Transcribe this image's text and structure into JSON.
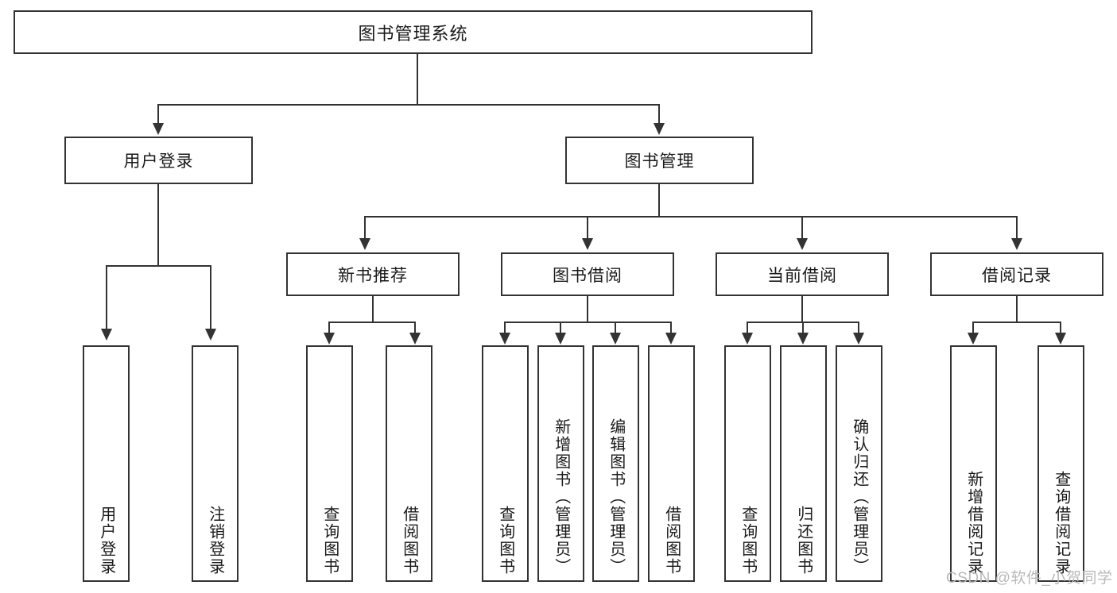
{
  "diagram": {
    "title_node": {
      "label": "图书管理系统"
    },
    "level2": [
      {
        "label": "用户登录"
      },
      {
        "label": "图书管理"
      }
    ],
    "level3": [
      {
        "label": "新书推荐"
      },
      {
        "label": "图书借阅"
      },
      {
        "label": "当前借阅"
      },
      {
        "label": "借阅记录"
      }
    ],
    "leaves": {
      "user_login": [
        {
          "label": "用户登录"
        },
        {
          "label": "注销登录"
        }
      ],
      "new_book_recommend": [
        {
          "label": "查询图书"
        },
        {
          "label": "借阅图书"
        }
      ],
      "book_borrow": [
        {
          "label": "查询图书"
        },
        {
          "label": "新增图书（管理员）"
        },
        {
          "label": "编辑图书（管理员）"
        },
        {
          "label": "借阅图书"
        }
      ],
      "current_borrow": [
        {
          "label": "查询图书"
        },
        {
          "label": "归还图书"
        },
        {
          "label": "确认归还（管理员）"
        }
      ],
      "borrow_record": [
        {
          "label": "新增借阅记录"
        },
        {
          "label": "查询借阅记录"
        }
      ]
    }
  },
  "watermark": {
    "text": "CSDN @软件_小贺同学"
  },
  "colors": {
    "stroke": "#333333",
    "background": "#ffffff",
    "text": "#1a1a1a",
    "watermark": "#b9b9b9"
  }
}
